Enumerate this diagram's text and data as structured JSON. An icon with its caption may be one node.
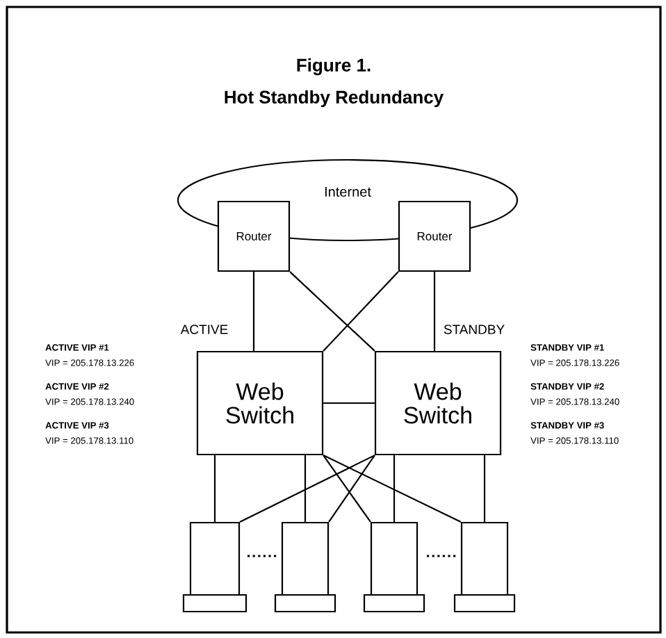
{
  "diagram": {
    "title": "Hot Standby Redundancy",
    "nodes": [
      {
        "text": [
          "Internet"
        ]
      },
      {
        "text": [
          "Router"
        ]
      },
      {
        "text": [
          "Router"
        ]
      },
      {
        "text": [
          "Web Switch"
        ]
      },
      {
        "text": [
          "Web Switch"
        ]
      },
      {
        "text": [],
        "shape": "box"
      },
      {
        "text": [],
        "shape": "box"
      },
      {
        "text": [],
        "shape": "box"
      },
      {
        "text": [],
        "shape": "box"
      }
    ],
    "edges": [
      {
        "from": 1,
        "to": 3,
        "arrow": "none"
      },
      {
        "from": 1,
        "to": 4,
        "arrow": "none"
      },
      {
        "from": 2,
        "to": 3,
        "arrow": "none"
      },
      {
        "from": 2,
        "to": 4,
        "arrow": "none"
      },
      {
        "from": 3,
        "to": 4,
        "arrow": "none"
      },
      {
        "from": 3,
        "to": 5,
        "arrow": "none"
      },
      {
        "from": 3,
        "to": 6,
        "arrow": "none"
      },
      {
        "from": 3,
        "to": 7,
        "arrow": "none"
      },
      {
        "from": 3,
        "to": 8,
        "arrow": "none"
      },
      {
        "from": 4,
        "to": 5,
        "arrow": "none"
      },
      {
        "from": 4,
        "to": 6,
        "arrow": "none"
      },
      {
        "from": 4,
        "to": 7,
        "arrow": "none"
      },
      {
        "from": 4,
        "to": 8,
        "arrow": "none"
      }
    ],
    "labels": [
      "Figure 1.",
      "ACTIVE",
      "STANDBY",
      "ACTIVE VIP #1",
      "VIP = 205.178.13.226",
      "STANDBY VIP #1",
      "VIP = 205.178.13.226",
      "ACTIVE VIP #2",
      "VIP = 205.178.13.240",
      "STANDBY VIP #2",
      "VIP = 205.178.13.240",
      "ACTIVE VIP #3",
      "VIP = 205.178.13.110",
      "STANDBY VIP #3",
      "VIP = 205.178.13.110"
    ]
  }
}
